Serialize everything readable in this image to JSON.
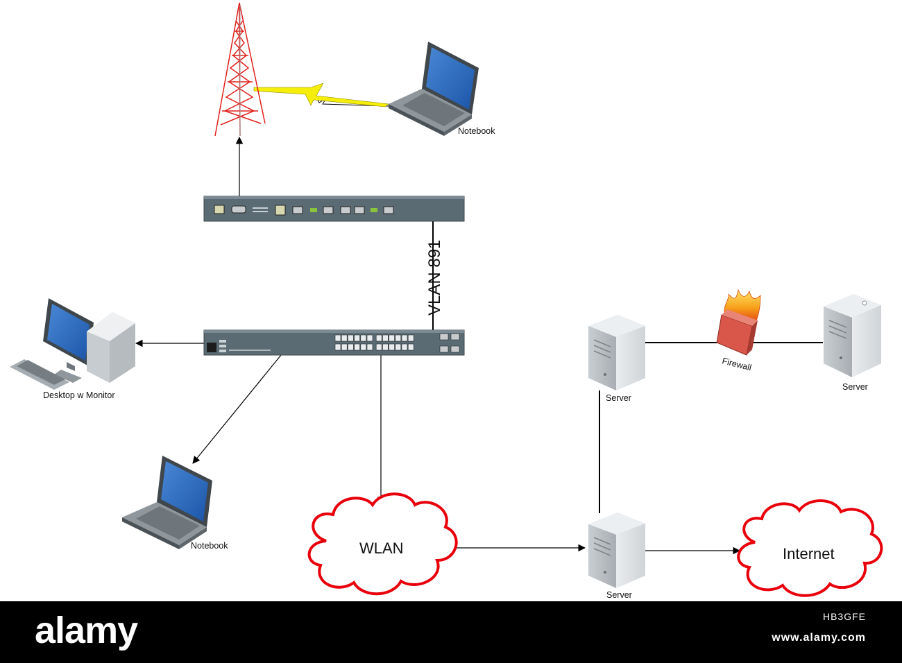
{
  "labels": {
    "notebook_top": "Notebook",
    "notebook_bottom": "Notebook",
    "desktop": "Desktop w Monitor",
    "vlan": "VLAN 891",
    "wlan": "WLAN",
    "internet": "Internet",
    "firewall": "Firewall",
    "server_top_left": "Server",
    "server_top_right": "Server",
    "server_bottom": "Server"
  },
  "footer": {
    "logo": "alamy",
    "image_id": "HB3GFE",
    "url": "www.alamy.com"
  },
  "colors": {
    "cloud_outline": "#e8000b",
    "tower": "#e0201a",
    "lightning": "#f5ee0a",
    "device_body": "#5b6b73",
    "port_lit": "#8ac43f"
  }
}
